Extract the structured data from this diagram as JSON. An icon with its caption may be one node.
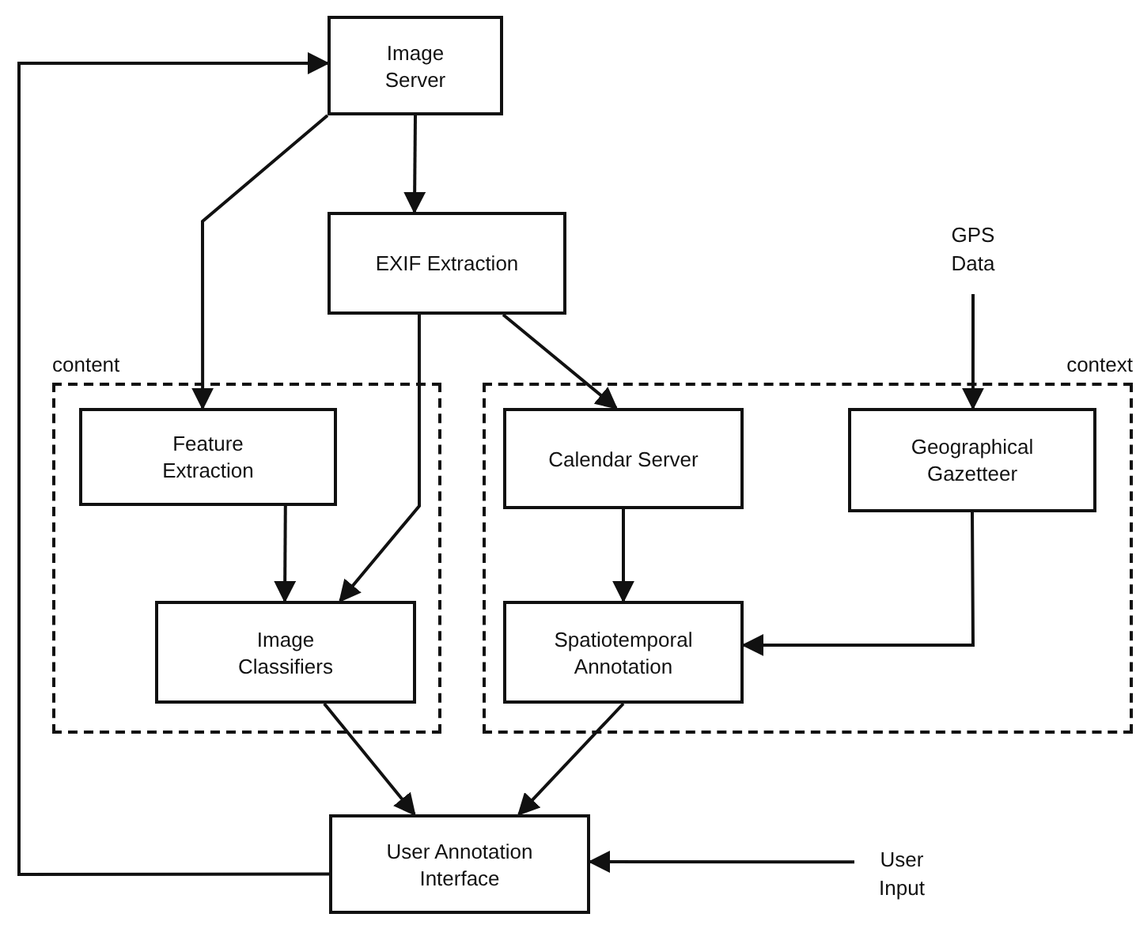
{
  "diagram": {
    "nodes": [
      {
        "text": [
          "Image Server"
        ]
      },
      {
        "text": [
          "EXIF Extraction"
        ]
      },
      {
        "text": [
          "GPS Data"
        ]
      },
      {
        "text": [
          "content"
        ]
      },
      {
        "text": [
          "context"
        ]
      },
      {
        "text": [
          "Feature Extraction"
        ],
        "in": 3
      },
      {
        "text": [
          "Image Classifiers"
        ],
        "in": 3
      },
      {
        "text": [
          "Calendar Server"
        ],
        "in": 4
      },
      {
        "text": [
          "Geographical Gazetteer"
        ],
        "in": 4
      },
      {
        "text": [
          "Spatiotemporal Annotation"
        ],
        "in": 4
      },
      {
        "text": [
          "User Annotation Interface"
        ]
      },
      {
        "text": [
          "User Input"
        ]
      }
    ],
    "edges": [
      {
        "from": 0,
        "to": 1,
        "arrow": "to"
      },
      {
        "from": 0,
        "to": 5,
        "arrow": "to"
      },
      {
        "from": 1,
        "to": 6,
        "arrow": "to"
      },
      {
        "from": 1,
        "to": 7,
        "arrow": "to"
      },
      {
        "from": 2,
        "to": 8,
        "arrow": "to"
      },
      {
        "from": 5,
        "to": 6,
        "arrow": "to"
      },
      {
        "from": 7,
        "to": 9,
        "arrow": "to"
      },
      {
        "from": 8,
        "to": 9,
        "arrow": "to"
      },
      {
        "from": 6,
        "to": 10,
        "arrow": "to"
      },
      {
        "from": 9,
        "to": 10,
        "arrow": "to"
      },
      {
        "from": 10,
        "to": 0,
        "arrow": "to"
      },
      {
        "from": 11,
        "to": 10,
        "arrow": "to"
      }
    ]
  }
}
